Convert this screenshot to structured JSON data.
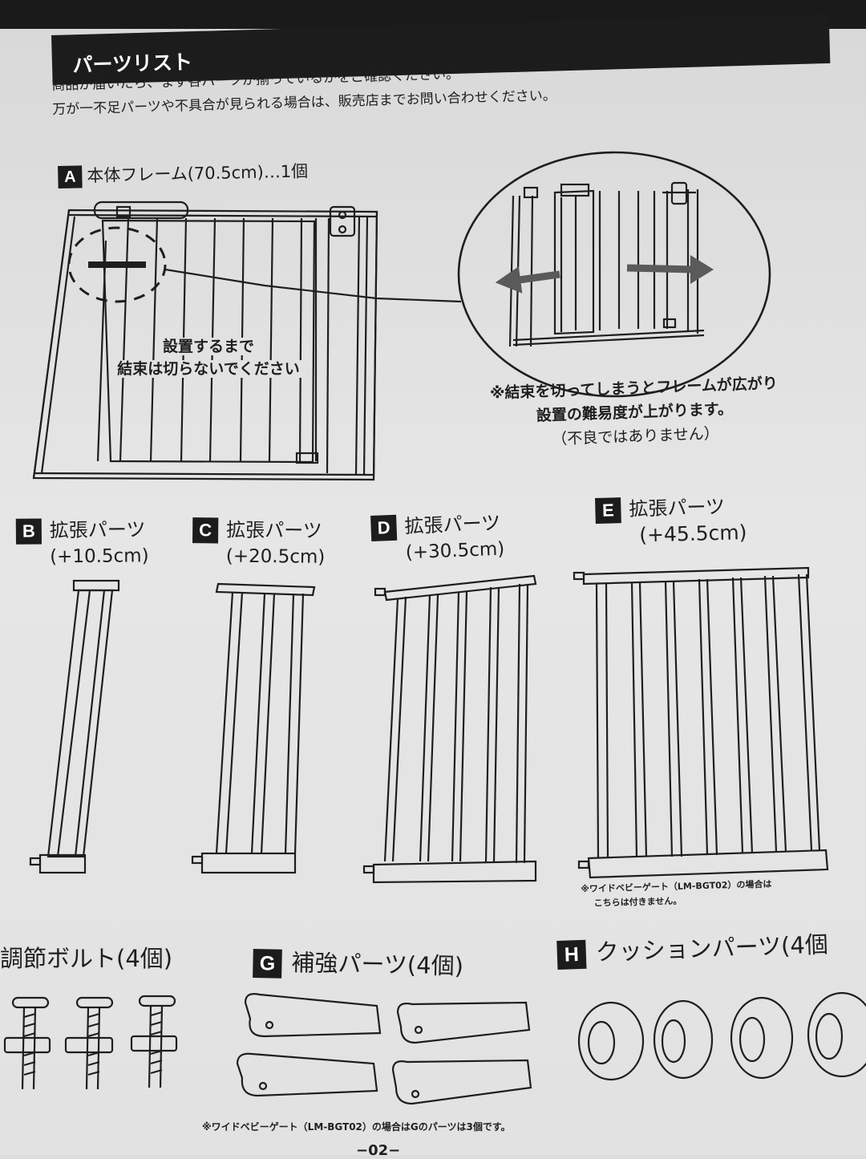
{
  "header": {
    "title": "パーツリスト"
  },
  "intro": {
    "line1": "商品が届いたら、まず各パーツが揃っているかをご確認ください。",
    "line2": "万が一不足パーツや不具合が見られる場合は、販売店までお問い合わせください。"
  },
  "partA": {
    "letter": "A",
    "label": "本体フレーム(70.5cm)…1個",
    "cut_line1": "設置するまで",
    "cut_line2": "結束は切らないでください",
    "note_line1": "※結束を切ってしまうとフレームが広がり",
    "note_line2": "設置の難易度が上がります。",
    "note_line3": "（不良ではありません）"
  },
  "partB": {
    "letter": "B",
    "label": "拡張パーツ",
    "size": "(+10.5cm)"
  },
  "partC": {
    "letter": "C",
    "label": "拡張パーツ",
    "size": "(+20.5cm)"
  },
  "partD": {
    "letter": "D",
    "label": "拡張パーツ",
    "size": "(+30.5cm)"
  },
  "partE": {
    "letter": "E",
    "label": "拡張パーツ",
    "size": "(+45.5cm)",
    "note_line1": "※ワイドベビーゲート（LM-BGT02）の場合は",
    "note_line2": "こちらは付きません。"
  },
  "partF": {
    "label": "調節ボルト(4個)"
  },
  "partG": {
    "letter": "G",
    "label": "補強パーツ(4個)"
  },
  "partH": {
    "letter": "H",
    "label": "クッションパーツ(4個"
  },
  "footer": {
    "note": "※ワイドベビーゲート（LM-BGT02）の場合はGのパーツは3個です。",
    "page": "−02−"
  },
  "colors": {
    "ink": "#1e1e1e",
    "paper": "#e2e2e2",
    "band": "#1c1c1c",
    "arrow": "#5a5a5a"
  }
}
